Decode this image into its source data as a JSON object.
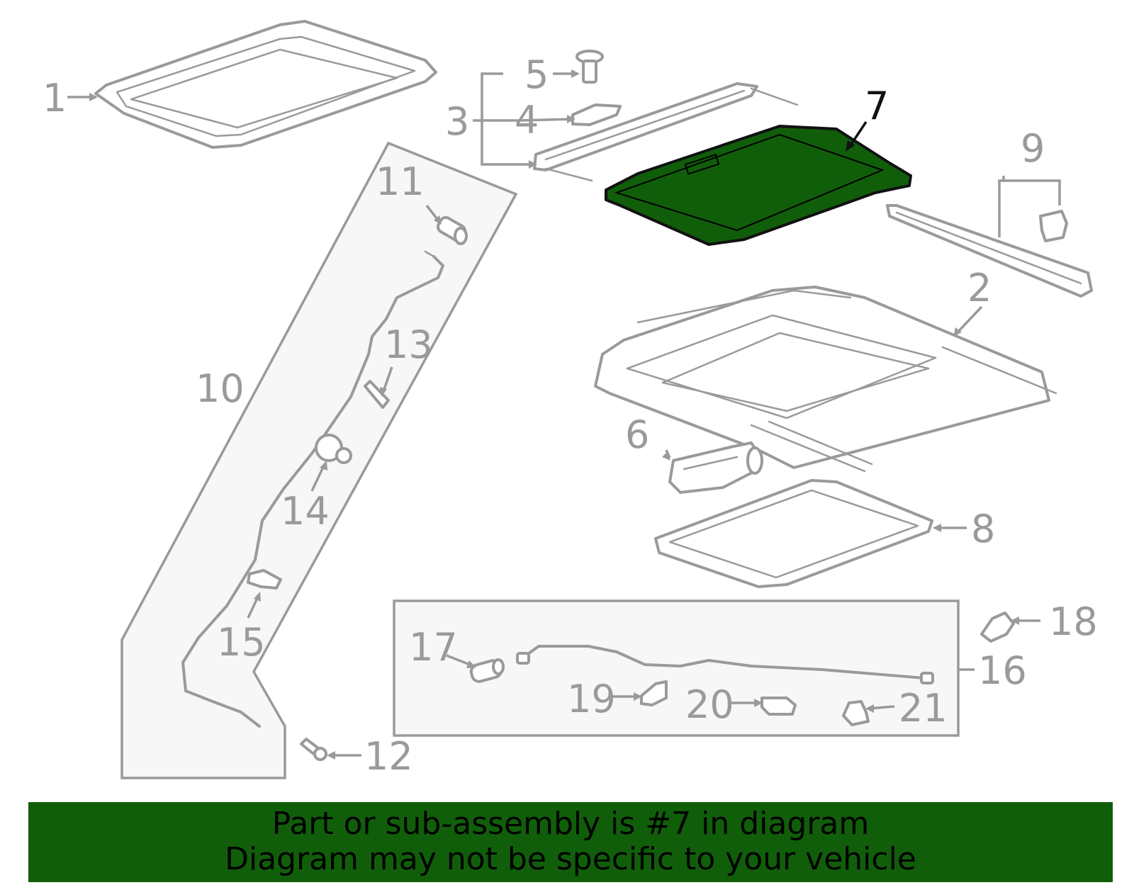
{
  "diagram": {
    "highlight_color": "#115e0a",
    "part_color": "#9a9a9a",
    "labels": [
      {
        "id": "1",
        "text": "1"
      },
      {
        "id": "2",
        "text": "2"
      },
      {
        "id": "3",
        "text": "3"
      },
      {
        "id": "4",
        "text": "4"
      },
      {
        "id": "5",
        "text": "5"
      },
      {
        "id": "6",
        "text": "6"
      },
      {
        "id": "7",
        "text": "7",
        "highlighted": true
      },
      {
        "id": "8",
        "text": "8"
      },
      {
        "id": "9",
        "text": "9"
      },
      {
        "id": "10",
        "text": "10"
      },
      {
        "id": "11",
        "text": "11"
      },
      {
        "id": "12",
        "text": "12"
      },
      {
        "id": "13",
        "text": "13"
      },
      {
        "id": "14",
        "text": "14"
      },
      {
        "id": "15",
        "text": "15"
      },
      {
        "id": "16",
        "text": "16"
      },
      {
        "id": "17",
        "text": "17"
      },
      {
        "id": "18",
        "text": "18"
      },
      {
        "id": "19",
        "text": "19"
      },
      {
        "id": "20",
        "text": "20"
      },
      {
        "id": "21",
        "text": "21"
      }
    ]
  },
  "banner": {
    "line1": "Part or sub-assembly is #7 in diagram",
    "line2": "Diagram may not be specific to your vehicle",
    "background": "#115e0a"
  }
}
